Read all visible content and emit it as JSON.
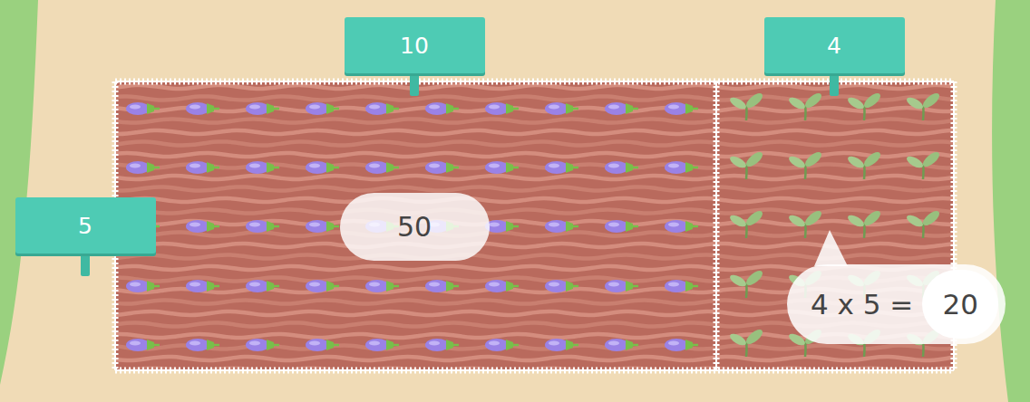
{
  "diagram": {
    "nodes": [
      {
        "text": [
          "10"
        ]
      },
      {
        "text": [
          "4"
        ]
      },
      {
        "text": [
          "5"
        ]
      },
      {
        "text": [
          "50"
        ]
      },
      {
        "text": [
          "4 x 5 ="
        ]
      },
      {
        "text": [
          "20"
        ],
        "in": 4
      }
    ]
  }
}
